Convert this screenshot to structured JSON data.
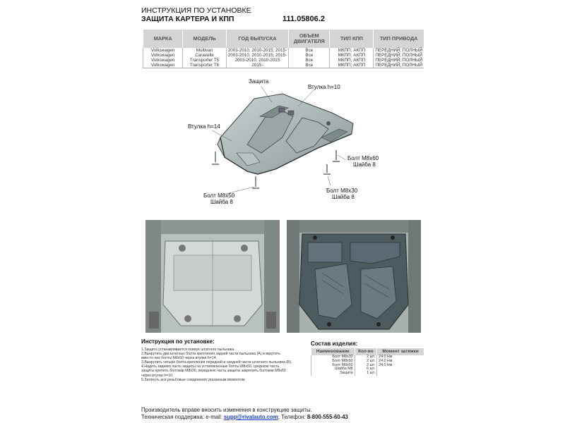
{
  "header": {
    "line1": "ИНСТРУКЦИЯ ПО УСТАНОВКЕ",
    "line2": "ЗАЩИТА КАРТЕРА И КПП",
    "code": "111.05806.2"
  },
  "spec_table": {
    "columns": [
      "МАРКА",
      "МОДЕЛЬ",
      "ГОД ВЫПУСКА",
      "ОБЪЕМ ДВИГАТЕЛЯ",
      "ТИП КПП",
      "ТИП ПРИВОДА"
    ],
    "rows": [
      [
        "Volkswagen",
        "Multivan",
        "2003-2010, 2010-2015, 2015-",
        "Все",
        "МКПП; АКПП",
        "ПЕРЕДНИЙ; ПОЛНЫЙ"
      ],
      [
        "Volkswagen",
        "Caravelle",
        "2003-2010, 2010-2015, 2015-",
        "Все",
        "МКПП; АКПП",
        "ПЕРЕДНИЙ; ПОЛНЫЙ"
      ],
      [
        "Volkswagen",
        "Transporter T5",
        "2003-2010, 2010-2015",
        "Все",
        "МКПП; АКПП",
        "ПЕРЕДНИЙ; ПОЛНЫЙ"
      ],
      [
        "Volkswagen",
        "Transporter T6",
        "2015-",
        "Все",
        "МКПП; АКПП",
        "ПЕРЕДНИЙ; ПОЛНЫЙ"
      ]
    ]
  },
  "diagram": {
    "label_shield": "Защита",
    "label_bushing10": "Втулка h=10",
    "label_bushing14": "Втулка h=14",
    "label_bolt_m8x60": "Болт М8х60",
    "label_washer_a": "Шайба 8",
    "label_bolt_m8x50": "Болт М8х50",
    "label_washer_b": "Шайба 8",
    "label_bolt_m8x30": "Болт М8х30",
    "label_washer_c": "Шайба 8"
  },
  "instructions": {
    "title": "Инструкция по установке:",
    "steps": [
      "1.Защита устанавливается поверх штатного пыльника.",
      "2.Выкрутить два штатных болта крепления задней части пыльника (А) и вкрутить",
      "вместо них болты М8х50 через втулки h=14.",
      "3.Выкрутить четыре болта крепления передней и средней части штатного пыльника (Б).",
      "4.Надеть заднюю часть защиты на установленные болты М8х50, среднюю часть",
      "защиты крепить болтами М8х30, переднюю часть защиты закрепить болтами М8х60",
      "через втулки h=10.",
      "5.Затянуть все резьбовые соединения указанным моментом."
    ]
  },
  "components": {
    "title": "Состав изделия:",
    "columns": [
      "Наименование",
      "Кол-во",
      "Момент затяжки"
    ],
    "rows": [
      [
        "Болт М8х30",
        "2 шт.",
        "24.0 Нм"
      ],
      [
        "Болт М8х50",
        "2 шт.",
        "24.0 Нм"
      ],
      [
        "Болт М8х60",
        "2 шт.",
        "24.0 Нм"
      ],
      [
        "Шайба М8",
        "6 шт.",
        ""
      ],
      [
        "Защита",
        "1 шт.",
        ""
      ]
    ]
  },
  "footer": {
    "line1": "Производитель вправе вносить изменения в конструкцию защиты.",
    "support_label": "Техническая поддержка:  e-mail:",
    "email": "supp@rivalauto.com",
    "phone_label": "; Телефон:",
    "phone": "8-800-555-60-43"
  }
}
